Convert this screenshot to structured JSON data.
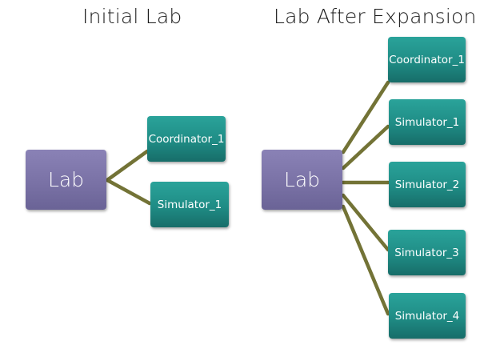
{
  "diagram": {
    "left": {
      "title": "Initial Lab",
      "root": "Lab",
      "children": [
        "Coordinator_1",
        "Simulator_1"
      ]
    },
    "right": {
      "title": "Lab After Expansion",
      "root": "Lab",
      "children": [
        "Coordinator_1",
        "Simulator_1",
        "Simulator_2",
        "Simulator_3",
        "Simulator_4"
      ]
    },
    "colors": {
      "root_fill": "#7a72a6",
      "child_fill": "#1f8c85",
      "connector": "#737336",
      "text": "#ffffff",
      "title": "#1b1b1b"
    }
  }
}
